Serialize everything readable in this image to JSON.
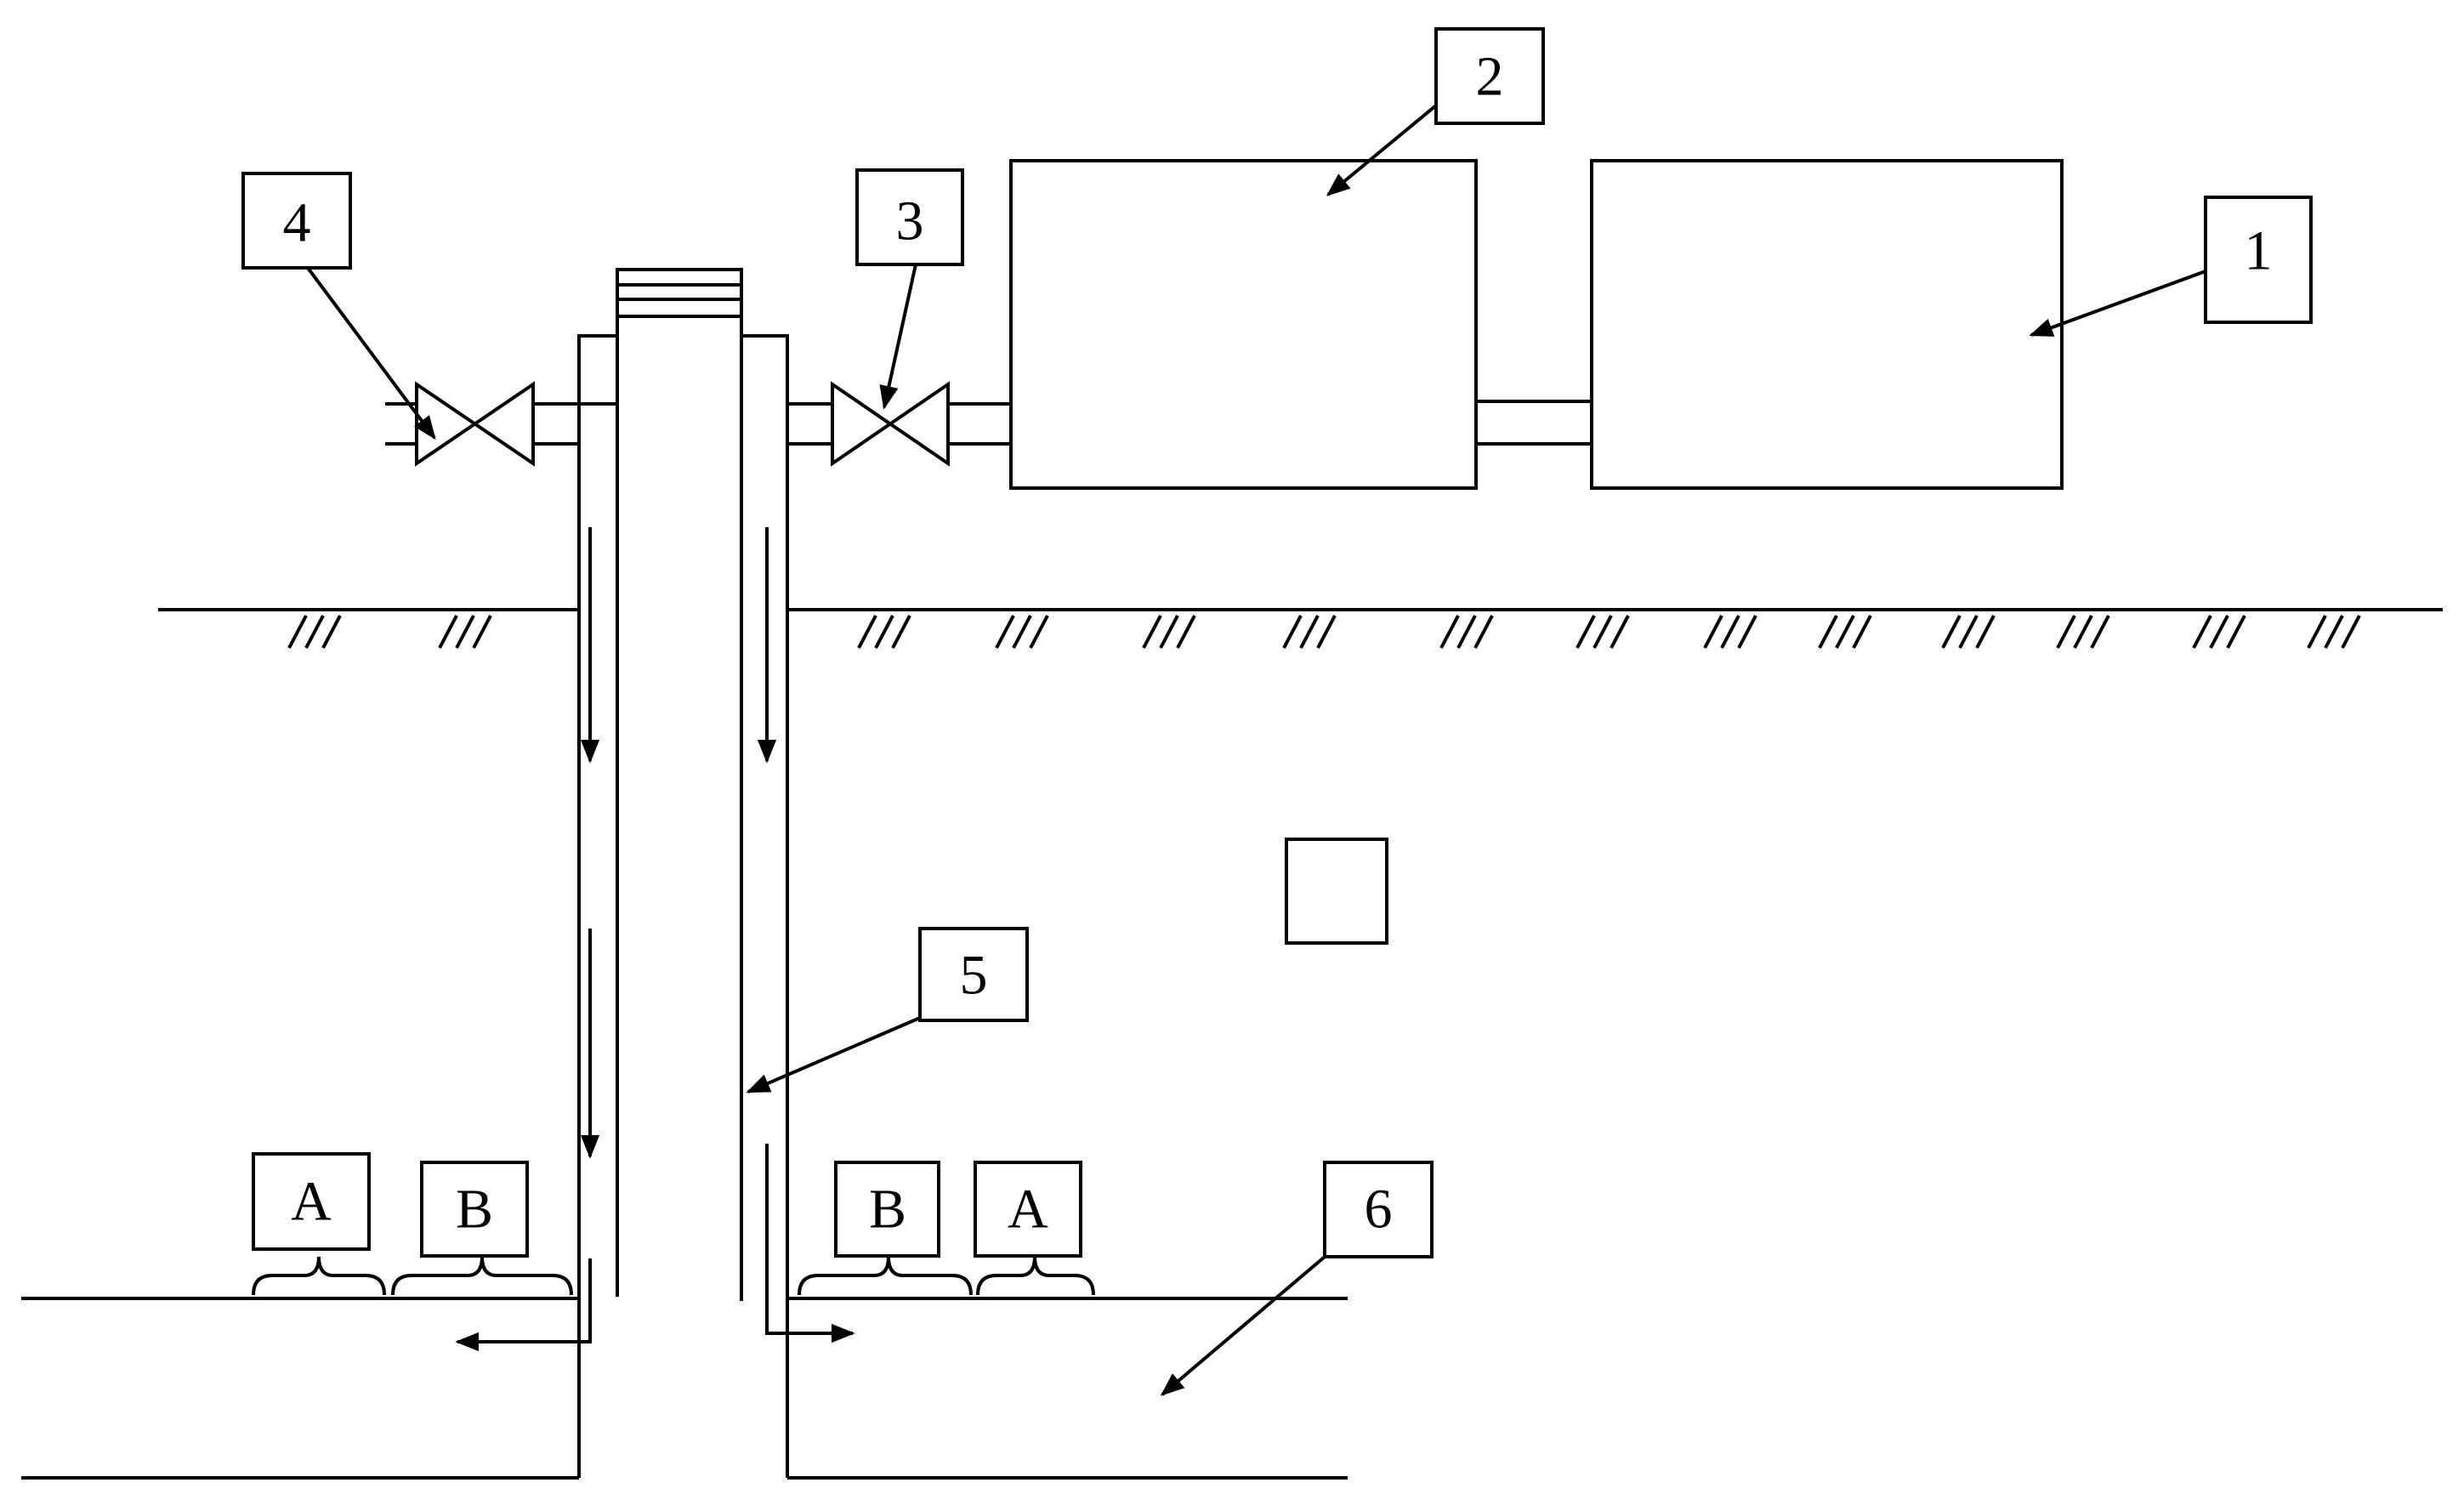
{
  "diagram": {
    "labels": {
      "n1": "1",
      "n2": "2",
      "n3": "3",
      "n4": "4",
      "n5": "5",
      "n6": "6",
      "a_left": "A",
      "b_left": "B",
      "b_right": "B",
      "a_right": "A"
    }
  },
  "colors": {
    "line": "#000000",
    "background": "#ffffff"
  }
}
